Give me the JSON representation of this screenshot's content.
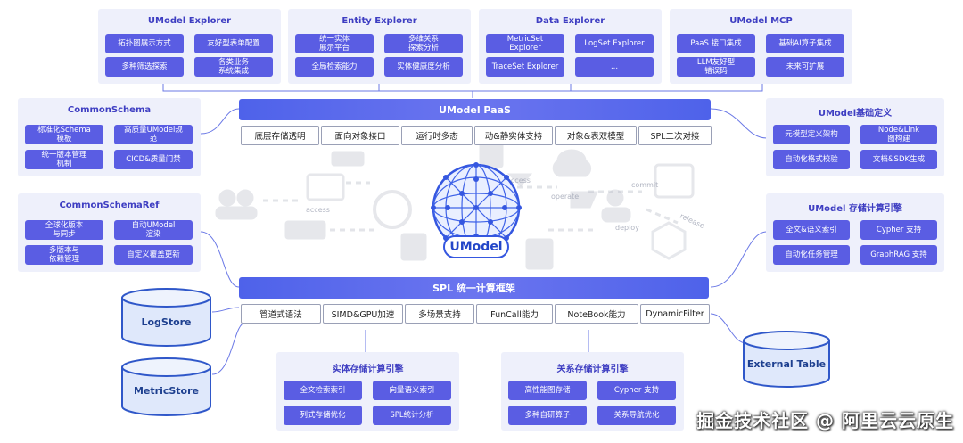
{
  "top_panels": [
    {
      "title": "UModel Explorer",
      "items": [
        "拓扑图展示方式",
        "友好型表单配置",
        "多种筛选探索",
        "各类业务\n系统集成"
      ]
    },
    {
      "title": "Entity Explorer",
      "items": [
        "统一实体\n展示平台",
        "多维关系\n探索分析",
        "全局检索能力",
        "实体健康度分析"
      ]
    },
    {
      "title": "Data Explorer",
      "items": [
        "MetricSet\nExplorer",
        "LogSet Explorer",
        "TraceSet Explorer",
        "..."
      ]
    },
    {
      "title": "UModel MCP",
      "items": [
        "PaaS 接口集成",
        "基础AI算子集成",
        "LLM友好型\n错误码",
        "未来可扩展"
      ]
    }
  ],
  "left_panels": [
    {
      "title": "CommonSchema",
      "items": [
        "标准化Schema\n模板",
        "高质量UModel规\n范",
        "统一版本管理\n机制",
        "CICD&质量门禁"
      ]
    },
    {
      "title": "CommonSchemaRef",
      "items": [
        "全球化版本\n与同步",
        "自动UModel\n渲染",
        "多版本与\n依赖管理",
        "自定义覆盖更新"
      ]
    }
  ],
  "right_panels": [
    {
      "title": "UModel基础定义",
      "items": [
        "元模型定义架构",
        "Node&Link\n图构建",
        "自动化格式校验",
        "文档&SDK生成"
      ]
    },
    {
      "title": "UModel 存储计算引擎",
      "items": [
        "全文&语义索引",
        "Cypher 支持",
        "自动化任务管理",
        "GraphRAG 支持"
      ]
    }
  ],
  "bottom_panels": [
    {
      "title": "实体存储计算引擎",
      "items": [
        "全文检索索引",
        "向量语义索引",
        "列式存储优化",
        "SPL统计分析"
      ]
    },
    {
      "title": "关系存储计算引擎",
      "items": [
        "高性能图存储",
        "Cypher 支持",
        "多种自研算子",
        "关系导航优化"
      ]
    }
  ],
  "paas": {
    "title": "UModel PaaS",
    "items": [
      "底层存储透明",
      "面向对象接口",
      "运行时多态",
      "动&静实体支持",
      "对象&表双模型",
      "SPL二次对接"
    ]
  },
  "spl": {
    "title": "SPL 统一计算框架",
    "items": [
      "管道式语法",
      "SIMD&GPU加速",
      "多场景支持",
      "FunCall能力",
      "NoteBook能力",
      "DynamicFilter"
    ]
  },
  "center": {
    "label": "UModel",
    "flow_labels": [
      "access",
      "operate",
      "commit",
      "release",
      "deploy",
      "access"
    ]
  },
  "stores": {
    "log": "LogStore",
    "metric": "MetricStore",
    "external": "External Table"
  },
  "watermark": "掘金技术社区 @ 阿里云云原生",
  "colors": {
    "chip": "#5a5de3",
    "panel": "#eef0fb",
    "title": "#3e3ec2",
    "bar": "#4e62ea",
    "cylinder": "#dfe8fb",
    "cylinder_edge": "#2f57c9"
  }
}
